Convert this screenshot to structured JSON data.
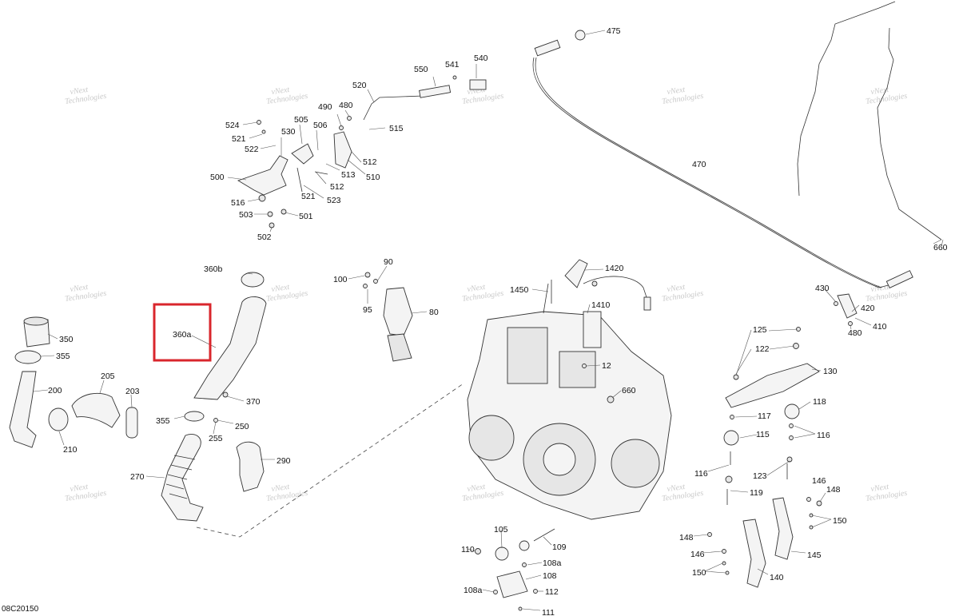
{
  "diagram": {
    "reference_code": "08C20150",
    "watermark_line1": "vNext",
    "watermark_line2": "Technologies",
    "highlighted_part": "360a",
    "labels": {
      "l475": "475",
      "l550": "550",
      "l541": "541",
      "l540": "540",
      "l520": "520",
      "l524": "524",
      "l490": "490",
      "l480": "480",
      "l505": "505",
      "l506": "506",
      "l521": "521",
      "l530": "530",
      "l522": "522",
      "l515": "515",
      "l512a": "512",
      "l500": "500",
      "l513": "513",
      "l510": "510",
      "l512b": "512",
      "l521b": "521",
      "l523": "523",
      "l516": "516",
      "l503": "503",
      "l501": "501",
      "l502": "502",
      "l470": "470",
      "l660a": "660",
      "l360b": "360b",
      "l100": "100",
      "l90": "90",
      "l95": "95",
      "l80": "80",
      "l360a": "360a",
      "l350": "350",
      "l355a": "355",
      "l205": "205",
      "l200": "200",
      "l203": "203",
      "l210": "210",
      "l370": "370",
      "l355b": "355",
      "l250": "250",
      "l255": "255",
      "l290": "290",
      "l270": "270",
      "l1420": "1420",
      "l1450": "1450",
      "l1410": "1410",
      "l12": "12",
      "l660b": "660",
      "l430": "430",
      "l420": "420",
      "l410": "410",
      "l480b": "480",
      "l125": "125",
      "l122": "122",
      "l130": "130",
      "l118": "118",
      "l117": "117",
      "l115": "115",
      "l116a": "116",
      "l116b": "116",
      "l123": "123",
      "l119": "119",
      "l146a": "146",
      "l148a": "148",
      "l150a": "150",
      "l145": "145",
      "l148b": "148",
      "l146b": "146",
      "l150b": "150",
      "l140": "140",
      "l105": "105",
      "l109": "109",
      "l110": "110",
      "l108a1": "108a",
      "l108": "108",
      "l108a2": "108a",
      "l112": "112",
      "l111": "111"
    }
  }
}
